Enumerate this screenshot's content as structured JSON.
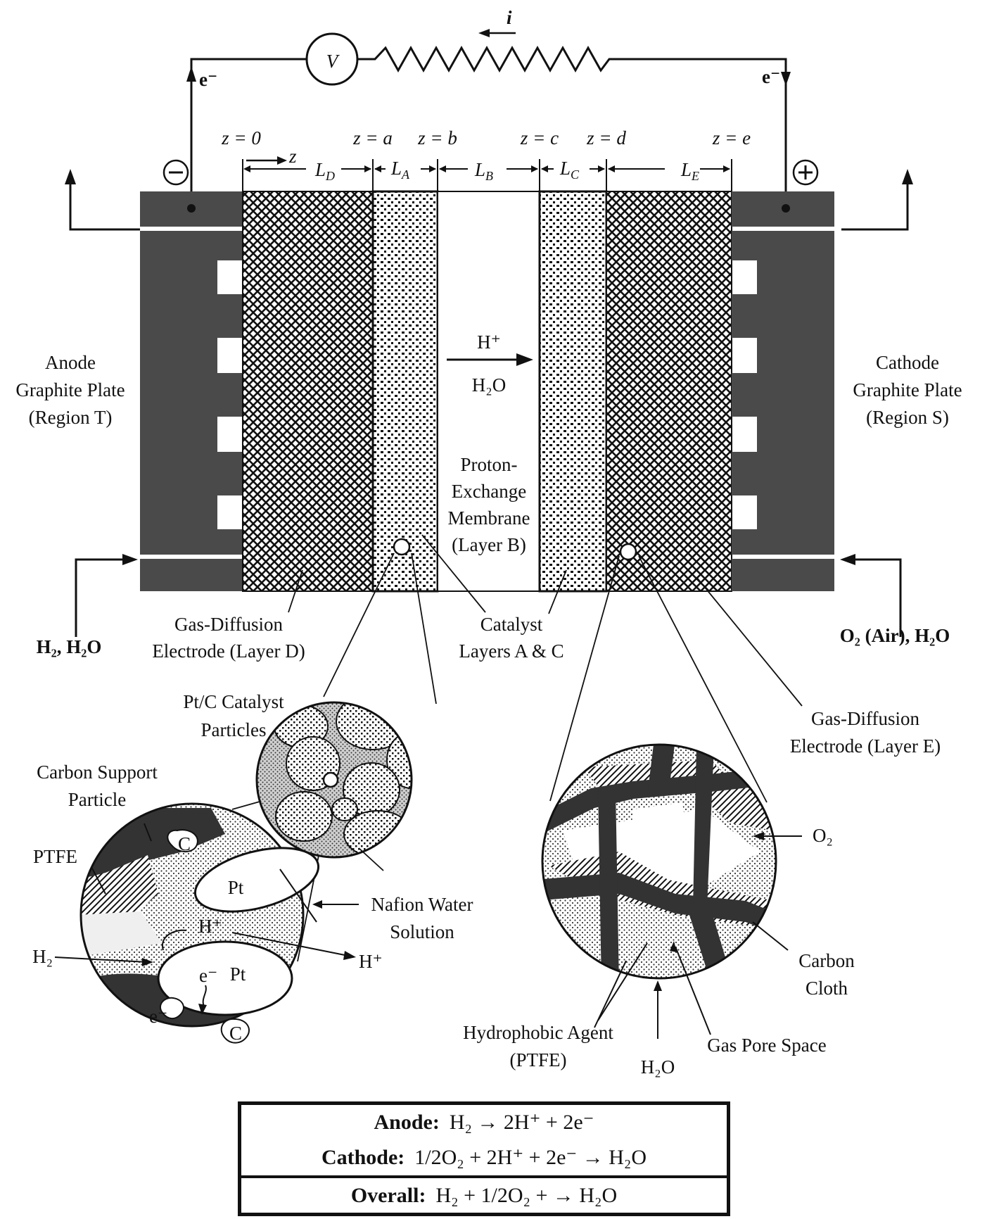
{
  "circuit": {
    "current": "i",
    "voltmeter": "V",
    "electron_left": "e⁻",
    "electron_right": "e⁻",
    "minus": "−",
    "plus": "+"
  },
  "positions": {
    "z0": "z = 0",
    "za": "z = a",
    "zb": "z = b",
    "zc": "z = c",
    "zd": "z = d",
    "ze": "z = e",
    "z_axis": "z",
    "LD": "L",
    "LD_sub": "D",
    "LA": "L",
    "LA_sub": "A",
    "LB": "L",
    "LB_sub": "B",
    "LC": "L",
    "LC_sub": "C",
    "LE": "L",
    "LE_sub": "E"
  },
  "labels": {
    "anode_plate": [
      "Anode",
      "Graphite Plate",
      "(Region T)"
    ],
    "cathode_plate": [
      "Cathode",
      "Graphite Plate",
      "(Region S)"
    ],
    "proton": "H⁺",
    "water": "H₂O",
    "membrane": [
      "Proton-",
      "Exchange",
      "Membrane",
      "(Layer B)"
    ],
    "gde_d": [
      "Gas-Diffusion",
      "Electrode (Layer D)"
    ],
    "catalyst": [
      "Catalyst",
      "Layers A & C"
    ],
    "h2_in": "H₂, H₂O",
    "o2_in": "O₂ (Air), H₂O",
    "gde_e": [
      "Gas-Diffusion",
      "Electrode (Layer E)"
    ],
    "ptc": [
      "Pt/C Catalyst",
      "Particles"
    ],
    "carbon_support": [
      "Carbon Support",
      "Particle"
    ],
    "ptfe": "PTFE",
    "nafion": [
      "Nafion Water",
      "Solution"
    ],
    "h2_small": "H₂",
    "h_plus_small": "H⁺",
    "h_plus_out": "H⁺",
    "pt_top": "Pt",
    "pt_bottom": "Pt",
    "c_top": "C",
    "c_bottom": "C",
    "e_inner": "e⁻",
    "e_lower": "e⁻",
    "o2_small": "O₂",
    "carbon_cloth": [
      "Carbon",
      "Cloth"
    ],
    "hydrophobic": [
      "Hydrophobic Agent",
      "(PTFE)"
    ],
    "gas_pore": "Gas Pore Space",
    "h2o_small": "H₂O"
  },
  "equations": {
    "anode_label": "Anode:",
    "anode": "H₂ → 2H⁺ + 2e⁻",
    "cathode_label": "Cathode:",
    "cathode": "1/2O₂ + 2H⁺ + 2e⁻ → H₂O",
    "overall_label": "Overall:",
    "overall": "H₂ + 1/2O₂ + → H₂O"
  }
}
